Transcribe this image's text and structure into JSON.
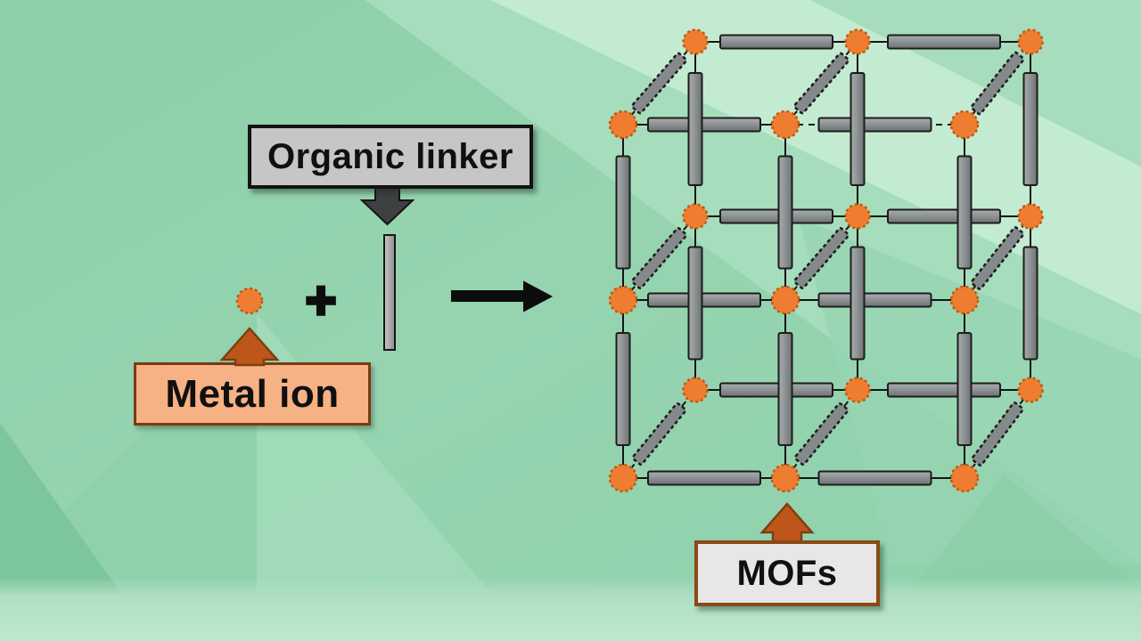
{
  "labels": {
    "organic_linker": "Organic linker",
    "metal_ion": "Metal ion",
    "mofs": "MOFs",
    "plus": "+"
  },
  "colors": {
    "background_base": "#90D1AB",
    "background_light": "#A6DDBC",
    "background_pale": "#C5ECD4",
    "floor": "#BCE7CD",
    "node_fill": "#EE7D31",
    "node_stroke": "#C05A11",
    "bar_fill_light": "#A8ACAD",
    "bar_fill_dark": "#6E7273",
    "bar_stroke": "#1C1C1C",
    "diagonal_bar_fill": "#84898B",
    "edge_line": "#151515",
    "arrow_orange": "#BE561B",
    "arrow_orange_stroke": "#7F3E10",
    "arrow_dark_gray": "#3F4042",
    "black": "#0C0C0C",
    "organic_box_bg": "#C6C6C6",
    "organic_box_border": "#121212",
    "metal_box_bg": "#F6B185",
    "metal_box_border": "#7B3A12",
    "mofs_box_bg": "#E8E7E5",
    "mofs_box_border": "#8A4A16"
  },
  "lattice": {
    "front": {
      "x": [
        699,
        881,
        1082
      ],
      "y": [
        140,
        337,
        537
      ],
      "node_radius": 15
    },
    "back": {
      "x": [
        780,
        962,
        1156
      ],
      "y": [
        47,
        243,
        438
      ],
      "node_radius": 13.5
    },
    "bar_length": 126,
    "bar_thickness": 15,
    "diagonal_bar_length": 80,
    "diagonal_bar_thickness": 13,
    "dashed_front_top_right_segment": true
  }
}
